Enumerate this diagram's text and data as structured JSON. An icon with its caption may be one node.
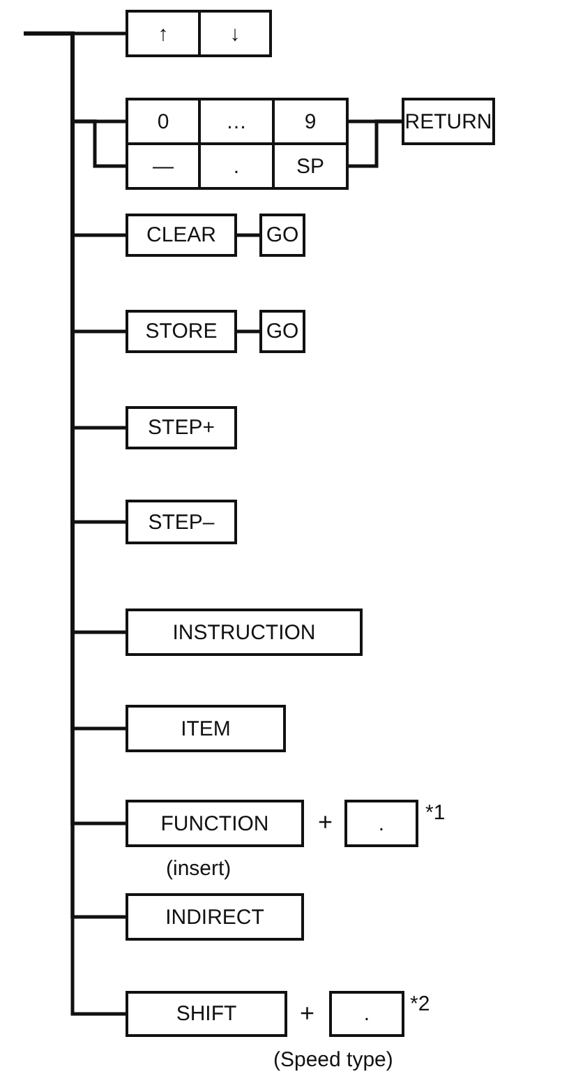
{
  "diagram": {
    "nodes": [
      {
        "text": [
          "↑"
        ]
      },
      {
        "text": [
          "↓"
        ]
      },
      {
        "text": [
          "0"
        ]
      },
      {
        "text": [
          "…"
        ]
      },
      {
        "text": [
          "9"
        ]
      },
      {
        "text": [
          "—"
        ]
      },
      {
        "text": [
          "."
        ]
      },
      {
        "text": [
          "SP"
        ]
      },
      {
        "text": [
          "RETURN"
        ]
      },
      {
        "text": [
          "CLEAR"
        ]
      },
      {
        "text": [
          "GO"
        ]
      },
      {
        "text": [
          "STORE"
        ]
      },
      {
        "text": [
          "GO"
        ]
      },
      {
        "text": [
          "STEP+"
        ]
      },
      {
        "text": [
          "STEP–"
        ]
      },
      {
        "text": [
          "INSTRUCTION"
        ]
      },
      {
        "text": [
          "ITEM"
        ]
      },
      {
        "text": [
          "FUNCTION"
        ],
        "beside": [
          "(insert)"
        ]
      },
      {
        "text": [
          "."
        ],
        "beside": [
          "*1"
        ]
      },
      {
        "text": [
          "INDIRECT"
        ]
      },
      {
        "text": [
          "SHIFT"
        ]
      },
      {
        "text": [
          "."
        ],
        "beside": [
          "*2"
        ]
      }
    ],
    "edges": [
      {
        "from": null,
        "to": 0,
        "arrow": "none"
      },
      {
        "from": null,
        "to": 2,
        "arrow": "none"
      },
      {
        "from": null,
        "to": 5,
        "arrow": "none"
      },
      {
        "from": null,
        "to": 9,
        "arrow": "none"
      },
      {
        "from": null,
        "to": 11,
        "arrow": "none"
      },
      {
        "from": null,
        "to": 13,
        "arrow": "none"
      },
      {
        "from": null,
        "to": 14,
        "arrow": "none"
      },
      {
        "from": null,
        "to": 15,
        "arrow": "none"
      },
      {
        "from": null,
        "to": 16,
        "arrow": "none"
      },
      {
        "from": null,
        "to": 17,
        "arrow": "none"
      },
      {
        "from": null,
        "to": 19,
        "arrow": "none"
      },
      {
        "from": null,
        "to": 20,
        "arrow": "none"
      },
      {
        "from": 4,
        "to": 8,
        "arrow": "none"
      },
      {
        "from": 7,
        "to": 8,
        "arrow": "none"
      },
      {
        "from": 9,
        "to": 10,
        "arrow": "none"
      },
      {
        "from": 11,
        "to": 12,
        "arrow": "none"
      }
    ],
    "labels": [
      "+",
      "+",
      "(Speed type)"
    ]
  }
}
